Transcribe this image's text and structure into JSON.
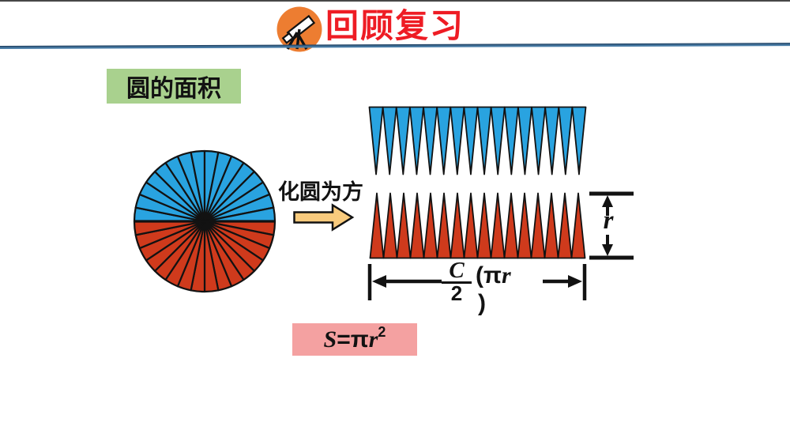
{
  "header": {
    "title": "回顾复习",
    "icon": "telescope-icon"
  },
  "topic": {
    "label": "圆的面积"
  },
  "transform": {
    "label": "化圆为方",
    "arrow_direction": "right"
  },
  "diagram": {
    "circle": {
      "sector_count": 32,
      "top_half_color": "#29a3e0",
      "bottom_half_color": "#cf3a1c"
    },
    "strips": [
      {
        "position": "top",
        "triangle_count": 16,
        "point_direction": "down",
        "color": "#29a3e0"
      },
      {
        "position": "bottom",
        "triangle_count": 16,
        "point_direction": "up",
        "color": "#cf3a1c"
      }
    ]
  },
  "dim": {
    "height_label": "r",
    "width_numerator": "C",
    "width_denominator": "2",
    "width_open": "(π",
    "width_r": "r",
    "width_close": ")"
  },
  "formula": {
    "lhs": "S",
    "mid": "=π",
    "var": "r",
    "exp": "2"
  },
  "colors": {
    "title_red": "#ee1c24",
    "icon_orange": "#ed7d31",
    "divider_blue": "#4a7ea8",
    "divider_dark": "#1c3c5c",
    "topic_green": "#a9d18e",
    "wedge_blue": "#29a3e0",
    "wedge_red": "#cf3a1c",
    "arrow_yellow": "#f9cb7d",
    "formula_pink": "#f4a1a1",
    "ink": "#121212",
    "top_border": "#474747"
  }
}
